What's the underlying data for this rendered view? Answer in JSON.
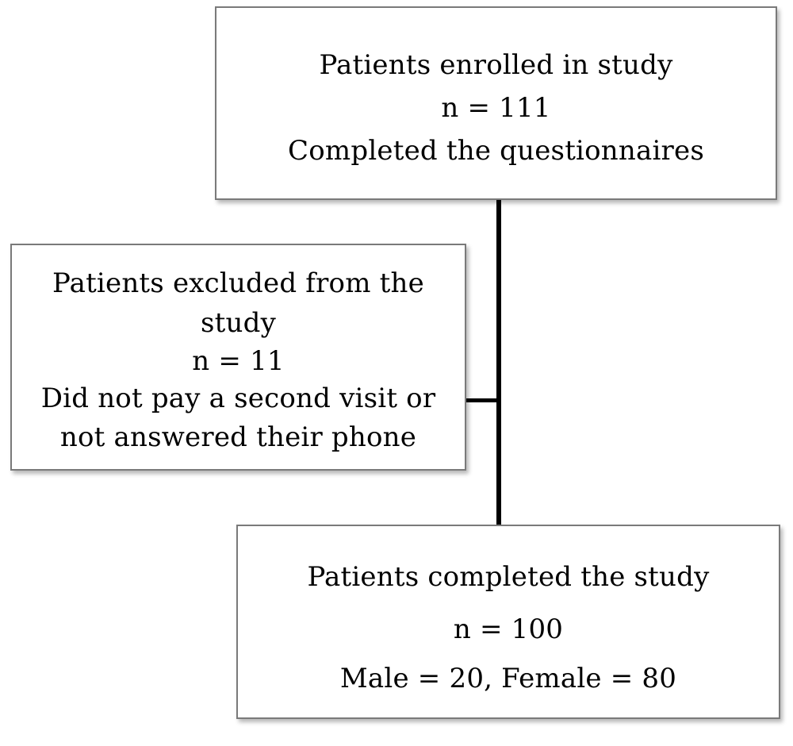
{
  "flowchart": {
    "enrolled": {
      "title": "Patients enrolled in study",
      "count": "n = 111",
      "note": "Completed the questionnaires"
    },
    "excluded": {
      "title_line1": "Patients excluded from the",
      "title_line2": "study",
      "count": "n = 11",
      "note_line1": "Did not pay a second visit or",
      "note_line2": "not answered their phone"
    },
    "completed": {
      "title": "Patients completed the study",
      "count": "n = 100",
      "note": "Male = 20, Female = 80"
    }
  }
}
